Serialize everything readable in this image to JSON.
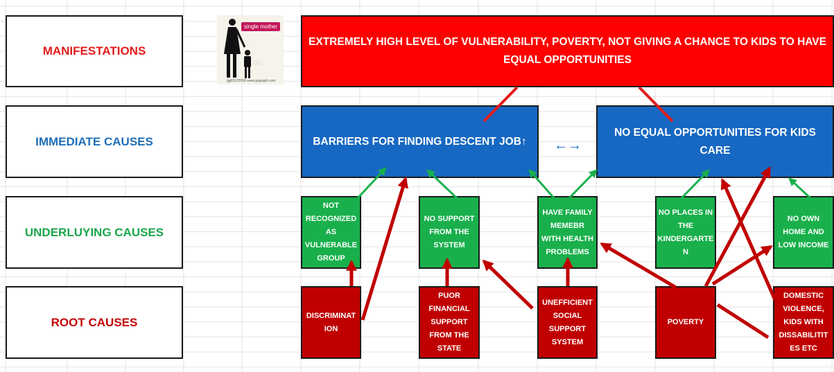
{
  "colors": {
    "manifestation": "#ff0000",
    "immediate": "#1768c2",
    "underlying": "#19b04c",
    "root": "#c00000",
    "arrow_green": "#19b04c",
    "arrow_red": "#c00000"
  },
  "row_labels": {
    "manifestations": "MANIFESTATIONS",
    "immediate": "IMMEDIATE CAUSES",
    "underlying": "UNDERLUYING CAUSES",
    "root": "ROOT CAUSES"
  },
  "logo": {
    "icon": "mother-child-icon",
    "tag": "single mother",
    "footer": "gg65123558 www.gograph.com"
  },
  "manifestation": "EXTREMELY HIGH LEVEL OF VULNERABILITY, POVERTY, NOT GIVING A CHANCE TO KIDS TO HAVE EQUAL OPPORTUNITIES",
  "immediate": {
    "barriers": "BARRIERS FOR FINDING DESCENT JOB↑",
    "link": "←→",
    "no_equal": "NO EQUAL OPPORTUNITIES FOR KIDS CARE"
  },
  "underlying": {
    "not_recognized": "NOT RECOGNIZED AS VULNERABLE GROUP",
    "no_support": "NO SUPPORT FROM THE SYSTEM",
    "family_health": "HAVE FAMILY MEMEBR WITH HEALTH PROBLEMS",
    "no_places": "NO PLACES IN THE KINDERGARTE N",
    "no_home": "NO OWN HOME AND LOW INCOME"
  },
  "root": {
    "discrimination": "DISCRIMINAT ION",
    "poor_financial": "PUOR FINANCIAL SUPPORT FROM THE STATE",
    "unefficient": "UNEFFICIENT SOCIAL SUPPORT SYSTEM",
    "poverty": "POVERTY",
    "domestic": "DOMESTIC VIOLENCE, KIDS WITH DISSABILITIT ES ETC"
  }
}
